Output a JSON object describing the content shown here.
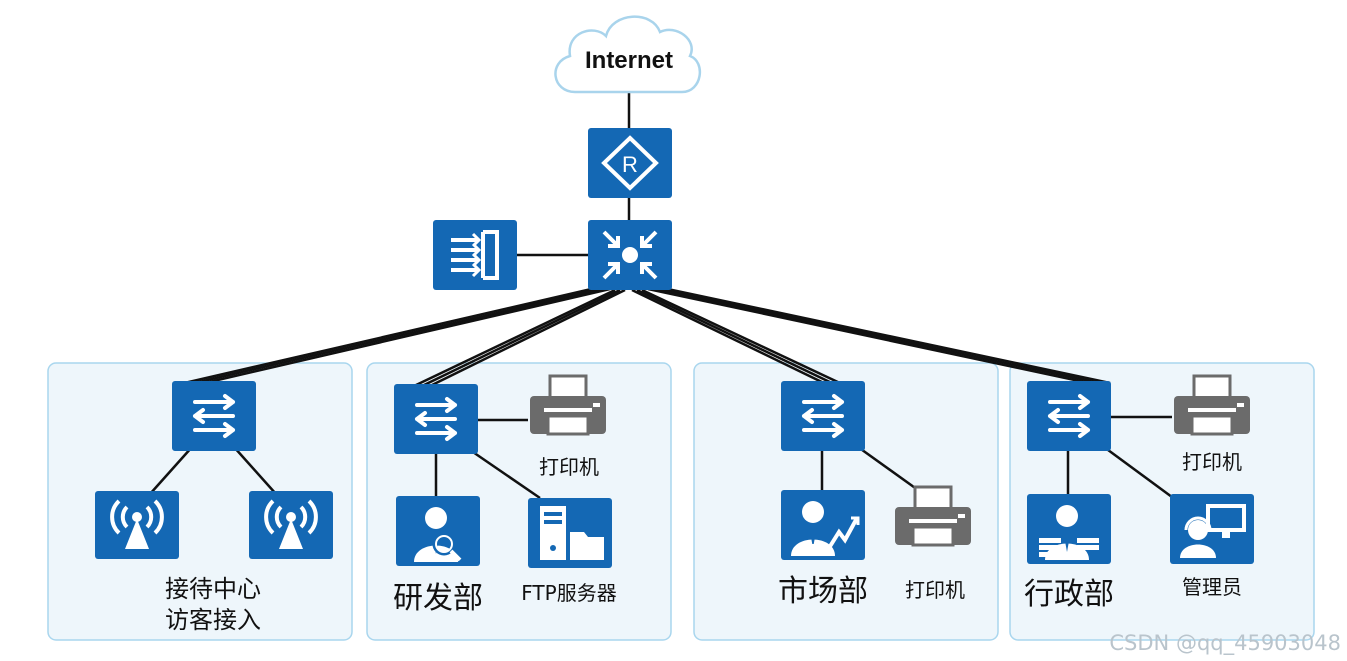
{
  "colors": {
    "device": "#1468b4",
    "zone_fill": "#eef6fb",
    "zone_border": "#a9d6ee",
    "cloud_border": "#a9d4ec",
    "link": "#111111"
  },
  "internet": {
    "label": "Internet"
  },
  "core": {
    "router_icon": "router-icon",
    "core_switch_icon": "core-switch-icon",
    "firewall_icon": "firewall-icon"
  },
  "zones": [
    {
      "name": "reception",
      "label_line1": "接待中心",
      "label_line2": "访客接入"
    },
    {
      "name": "rnd",
      "label": "研发部",
      "printer_label": "打印机",
      "ftp_label": "FTP服务器"
    },
    {
      "name": "marketing",
      "label": "市场部",
      "printer_label": "打印机"
    },
    {
      "name": "admin",
      "label": "行政部",
      "printer_label": "打印机",
      "manager_label": "管理员"
    }
  ],
  "watermark": "CSDN @qq_45903048"
}
